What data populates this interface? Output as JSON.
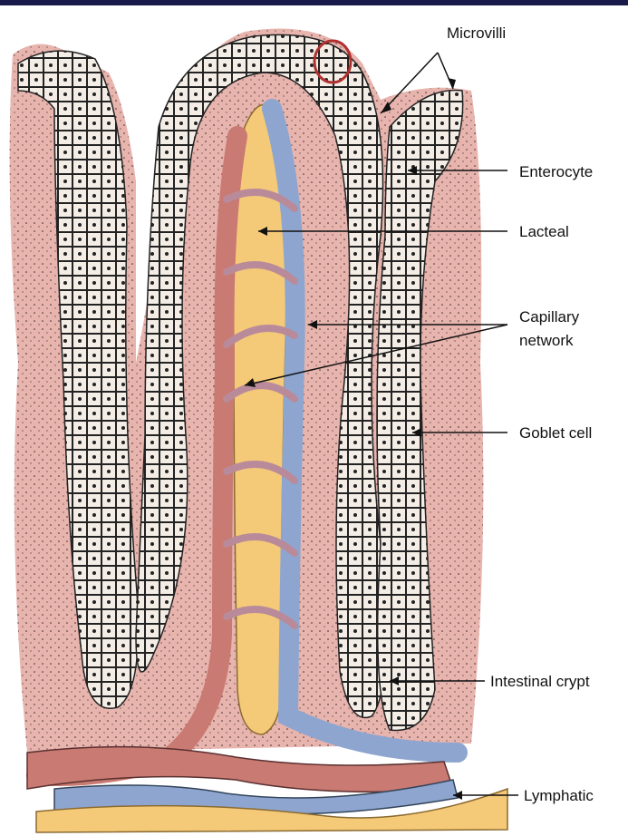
{
  "labels": {
    "microvilli": "Microvilli",
    "enterocyte": "Enterocyte",
    "lacteal": "Lacteal",
    "capillary_line1": "Capillary",
    "capillary_line2": "network",
    "goblet_cell": "Goblet cell",
    "intestinal_crypt": "Intestinal crypt",
    "lymphatic": "Lymphatic"
  },
  "colors": {
    "background": "#ffffff",
    "top_bar": "#1a1a4a",
    "lamina_propria": "#e8b4ae",
    "epithelium": "#f3ede6",
    "lacteal": "#f4c978",
    "artery": "#c97a72",
    "vein": "#8ea6cf",
    "lymphatic": "#f4c978",
    "highlight_circle": "#b03030"
  }
}
